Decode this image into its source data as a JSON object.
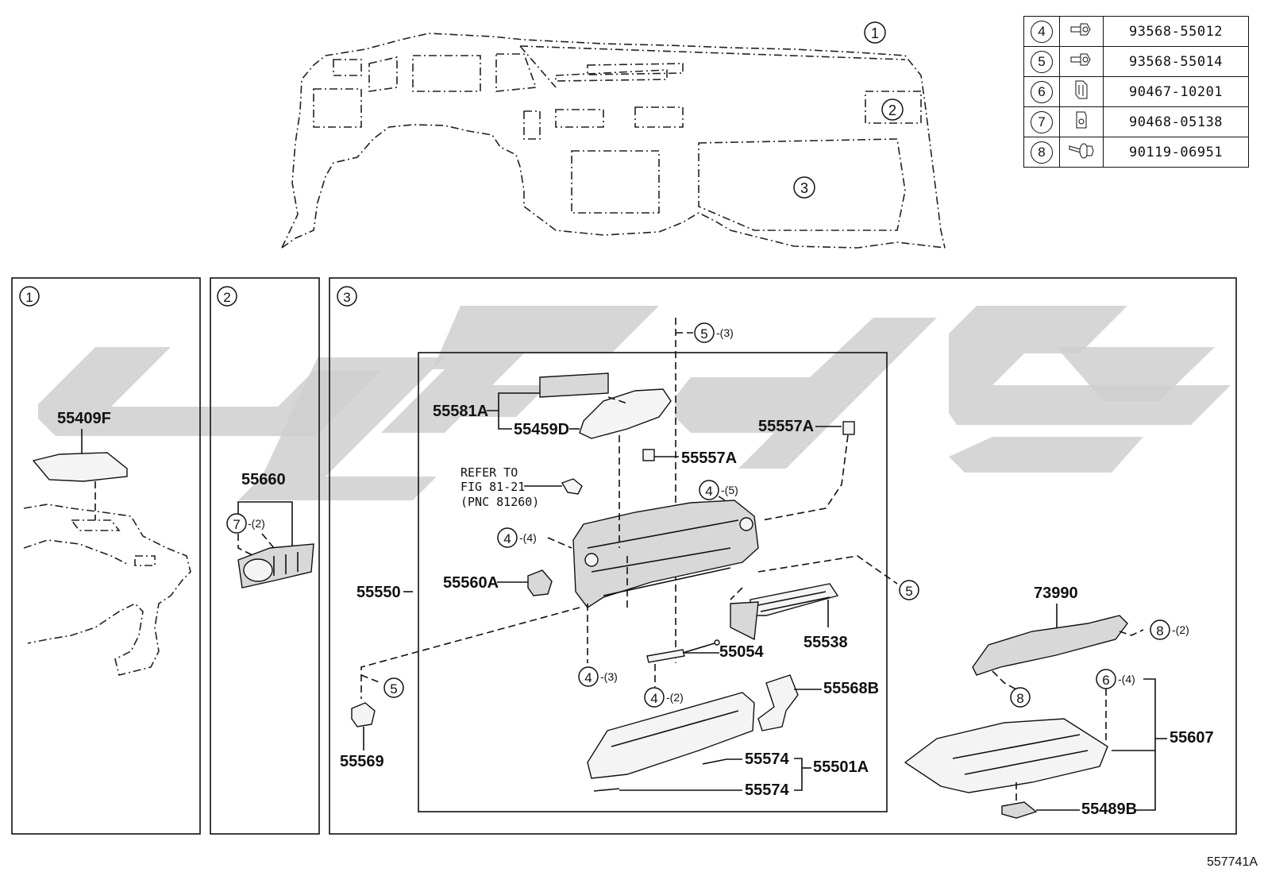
{
  "legend": [
    {
      "ref": "4",
      "icon": "bolt-flange-icon",
      "part": "93568-55012"
    },
    {
      "ref": "5",
      "icon": "bolt-flange-icon",
      "part": "93568-55014"
    },
    {
      "ref": "6",
      "icon": "clip-icon",
      "part": "90467-10201"
    },
    {
      "ref": "7",
      "icon": "clip-nut-icon",
      "part": "90468-05138"
    },
    {
      "ref": "8",
      "icon": "screw-washer-icon",
      "part": "90119-06951"
    }
  ],
  "overview": {
    "ref1": "1",
    "ref2": "2",
    "ref3": "3"
  },
  "panel1": {
    "ref": "1",
    "labels": {
      "p55409F": "55409F"
    }
  },
  "panel2": {
    "ref": "2",
    "labels": {
      "p55660": "55660",
      "c7": "7",
      "q7": "-(2)"
    }
  },
  "panel3": {
    "ref": "3",
    "labels": {
      "p55581A": "55581A",
      "p55459D": "55459D",
      "p55557A_1": "55557A",
      "p55557A_2": "55557A",
      "refer1": "REFER TO",
      "refer2": "FIG 81-21",
      "refer3": "(PNC 81260)",
      "p55550": "55550",
      "p55560A": "55560A",
      "p55538": "55538",
      "p55054": "55054",
      "p55568B": "55568B",
      "p55569": "55569",
      "p55574_1": "55574",
      "p55574_2": "55574",
      "p55501A": "55501A",
      "p73990": "73990",
      "p55607": "55607",
      "p55489B": "55489B",
      "c5a": "5",
      "q5a": "-(3)",
      "c4a": "4",
      "q4a": "-(5)",
      "c4b": "4",
      "q4b": "-(4)",
      "c5b": "5",
      "c5c": "5",
      "c4c": "4",
      "q4c": "-(3)",
      "c4d": "4",
      "q4d": "-(2)",
      "c8a": "8",
      "q8a": "-(2)",
      "c8b": "8",
      "c6": "6",
      "q6": "-(4)"
    }
  },
  "drawing_id": "557741A"
}
